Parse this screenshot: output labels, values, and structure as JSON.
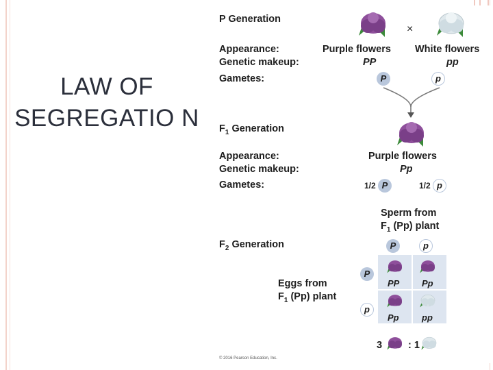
{
  "slide": {
    "title": "LAW OF SEGREGATIO N"
  },
  "figure": {
    "p_generation": "P Generation",
    "cross_symbol": "×",
    "appearance_label": "Appearance:",
    "genetic_makeup_label": "Genetic makeup:",
    "gametes_label": "Gametes:",
    "parent1_appearance": "Purple flowers",
    "parent1_genotype": "PP",
    "parent2_appearance": "White flowers",
    "parent2_genotype": "pp",
    "gamete_P": "P",
    "gamete_p": "p",
    "f1_generation": "F",
    "f1_sub": "1",
    "generation_word": "Generation",
    "f1_appearance": "Purple flowers",
    "f1_genotype": "Pp",
    "half": "1/2",
    "sperm_from_line1": "Sperm from",
    "sperm_from_line2_prefix": "F",
    "sperm_from_line2_sub": "1",
    "sperm_from_line2_suffix": "(Pp) plant",
    "f2_generation": "F",
    "f2_sub": "2",
    "eggs_from_line1": "Eggs from",
    "eggs_from_line2_prefix": "F",
    "eggs_from_line2_sub": "1",
    "eggs_from_line2_suffix": "(Pp) plant",
    "punnett": [
      "PP",
      "Pp",
      "Pp",
      "pp"
    ],
    "ratio_left": "3",
    "ratio_sep": ":",
    "ratio_right": "1",
    "copyright": "© 2016 Pearson Education, Inc."
  },
  "colors": {
    "purple_flower": "#8e4f9b",
    "white_flower": "#dfe8ec",
    "allele_circle": "#b9c7dc",
    "title_text": "#2b2f3b"
  }
}
